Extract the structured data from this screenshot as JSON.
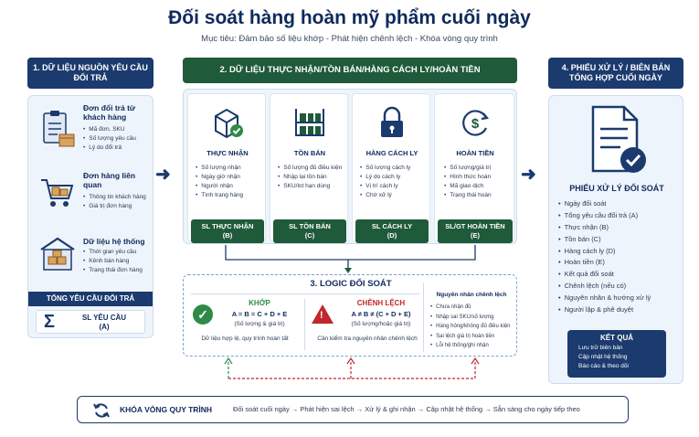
{
  "title": "Đối soát hàng hoàn mỹ phẩm cuối ngày",
  "subtitle": "Mục tiêu: Đảm bảo số liệu khớp - Phát hiện chênh lệch - Khóa vòng quy trình",
  "section1": {
    "header": "1. DỮ LIỆU NGUỒN YÊU CẦU ĐỔI TRẢ",
    "items": [
      {
        "title": "Đơn đổi trả từ khách hàng",
        "bullets": [
          "Mã đơn, SKU",
          "Số lượng yêu cầu",
          "Lý do đổi trả"
        ]
      },
      {
        "title": "Đơn hàng liên quan",
        "bullets": [
          "Thông tin khách hàng",
          "Giá trị đơn hàng"
        ]
      },
      {
        "title": "Dữ liệu hệ thống",
        "bullets": [
          "Thời gian yêu cầu",
          "Kênh bán hàng",
          "Trạng thái đơn hàng"
        ]
      }
    ],
    "total_header": "TỔNG YÊU CẦU ĐỔI TRẢ",
    "total_label": "SL YÊU CẦU",
    "total_code": "(A)"
  },
  "section2": {
    "header": "2. DỮ LIỆU THỰC NHẬN/TỒN BÁN/HÀNG CÁCH LY/HOÀN TIỀN",
    "columns": [
      {
        "label": "THỰC NHẬN",
        "bullets": [
          "Số lượng nhận",
          "Ngày giờ nhận",
          "Người nhận",
          "Tình trạng hàng"
        ],
        "badge": "SL THỰC NHẬN",
        "code": "(B)"
      },
      {
        "label": "TỒN BÁN",
        "bullets": [
          "Số lượng đủ điều kiện",
          "Nhập lại tồn bán",
          "SKU/lot hạn dùng"
        ],
        "badge": "SL TỒN BÁN",
        "code": "(C)"
      },
      {
        "label": "HÀNG CÁCH LY",
        "bullets": [
          "Số lượng cách ly",
          "Lý do cách ly",
          "Vị trí cách ly",
          "Chờ xử lý"
        ],
        "badge": "SL CÁCH LY",
        "code": "(D)"
      },
      {
        "label": "HOÀN TIỀN",
        "bullets": [
          "Số lượng/giá trị",
          "Hình thức hoàn",
          "Mã giao dịch",
          "Trạng thái hoàn"
        ],
        "badge": "SL/GT HOÀN TIỀN",
        "code": "(E)"
      }
    ]
  },
  "section3": {
    "header": "3. LOGIC ĐỐI SOÁT",
    "match_title": "KHỚP",
    "match_formula": "A = B = C + D + E",
    "match_note": "(Số lượng & giá trị)",
    "match_desc": "Dữ liệu hợp lệ, quy trình hoàn tất",
    "diff_title": "CHÊNH LỆCH",
    "diff_formula": "A ≠ B ≠ (C + D + E)",
    "diff_note": "(Số lượng/hoặc giá trị)",
    "diff_desc": "Cần kiểm tra nguyên nhân chênh lệch",
    "causes_title": "Nguyên nhân chênh lệch",
    "causes": [
      "Chưa nhận đủ",
      "Nhập sai SKU/số lượng",
      "Hàng hỏng/không đủ điều kiện",
      "Sai lệch giá trị hoàn tiền",
      "Lỗi hệ thống/ghi nhận"
    ]
  },
  "section4": {
    "header": "4. PHIẾU XỬ LÝ / BIÊN BẢN TỔNG HỢP CUỐI NGÀY",
    "doc_title": "PHIẾU XỬ LÝ ĐỐI SOÁT",
    "bullets": [
      "Ngày đối soát",
      "Tổng yêu cầu đổi trả (A)",
      "Thực nhận (B)",
      "Tồn bán (C)",
      "Hàng cách ly (D)",
      "Hoàn tiền (E)",
      "Kết quả đối soát",
      "Chênh lệch (nếu có)",
      "Nguyên nhân & hướng xử lý",
      "Người lập & phê duyệt"
    ],
    "result_title": "KẾT QUẢ",
    "result_bullets": [
      "Lưu trữ biên bản",
      "Cập nhật hệ thống",
      "Báo cáo & theo dõi"
    ]
  },
  "footer": {
    "label": "KHÓA VÒNG QUY TRÌNH",
    "flow": "Đối soát cuối ngày → Phát hiện sai lệch → Xử lý & ghi nhận → Cập nhật hệ thống → Sẵn sàng cho ngày tiếp theo"
  },
  "colors": {
    "navy": "#1b3a6e",
    "green": "#1f5a3a",
    "ok": "#2e8b46",
    "error": "#c0282d",
    "panel": "#eef4fb"
  }
}
